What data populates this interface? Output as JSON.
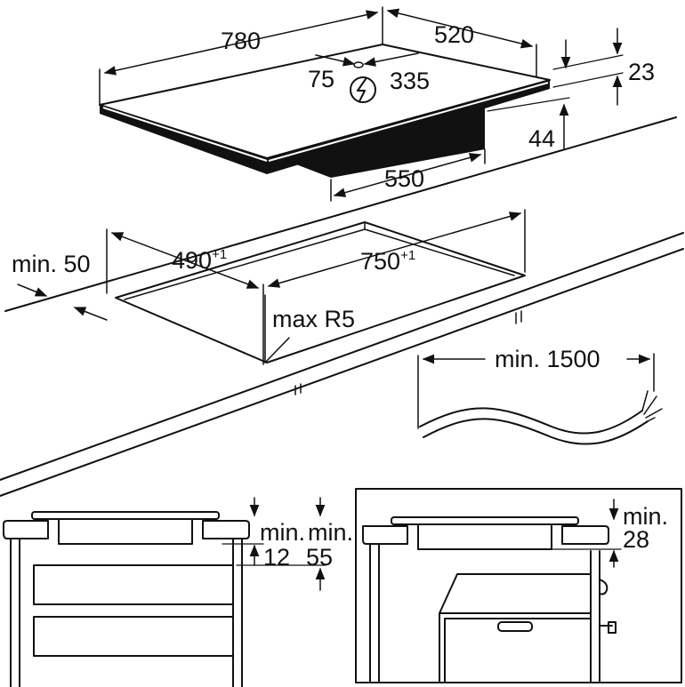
{
  "hob": {
    "width": "780",
    "depth": "520",
    "conn_offset_left": "75",
    "conn_offset_right": "335",
    "thickness": "23",
    "box_height": "44",
    "box_width": "550",
    "power_symbol": "bolt-in-circle-icon"
  },
  "cutout": {
    "edge_min": "min. 50",
    "depth": "490",
    "depth_tol": "+1",
    "width": "750",
    "width_tol": "+1",
    "radius": "max R5"
  },
  "cable": {
    "length": "min. 1500"
  },
  "drawer_detail": {
    "gap_label_1": "min.",
    "gap_value_1": "12",
    "gap_label_2": "min.",
    "gap_value_2": "55"
  },
  "oven_detail": {
    "gap_label": "min.",
    "gap_value": "28"
  }
}
